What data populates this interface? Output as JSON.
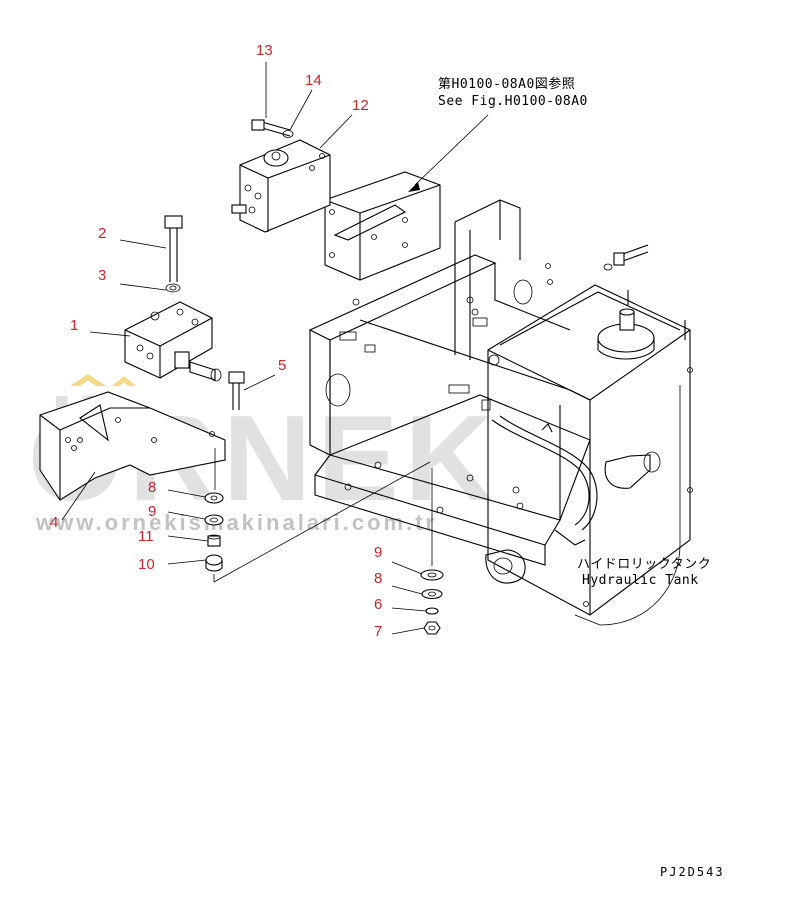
{
  "diagram": {
    "callouts": [
      {
        "id": "c-13a",
        "label": "13"
      },
      {
        "id": "c-14",
        "label": "14"
      },
      {
        "id": "c-12",
        "label": "12"
      },
      {
        "id": "c-2",
        "label": "2"
      },
      {
        "id": "c-3",
        "label": "3"
      },
      {
        "id": "c-1",
        "label": "1"
      },
      {
        "id": "c-5",
        "label": "5"
      },
      {
        "id": "c-4",
        "label": "4"
      },
      {
        "id": "c-8a",
        "label": "8"
      },
      {
        "id": "c-9a",
        "label": "9"
      },
      {
        "id": "c-11",
        "label": "11"
      },
      {
        "id": "c-10",
        "label": "10"
      },
      {
        "id": "c-9b",
        "label": "9"
      },
      {
        "id": "c-8b",
        "label": "8"
      },
      {
        "id": "c-6",
        "label": "6"
      },
      {
        "id": "c-7",
        "label": "7"
      }
    ],
    "reference_note": {
      "line1": "第H0100-08A0図参照",
      "line2": "See Fig.H0100-08A0"
    },
    "tank_label": {
      "line1": "ハイドロリックタンク",
      "line2": "Hydraulic Tank"
    },
    "drawing_code": "PJ2D543",
    "watermark": {
      "brand": "ÖRNEK",
      "url": "www.ornekismakinalari.com.tr"
    }
  },
  "colors": {
    "callout": "#c8262b",
    "linework": "#000000",
    "watermark": "#c9c9c9",
    "watermark_accent": "#f2cf66"
  }
}
